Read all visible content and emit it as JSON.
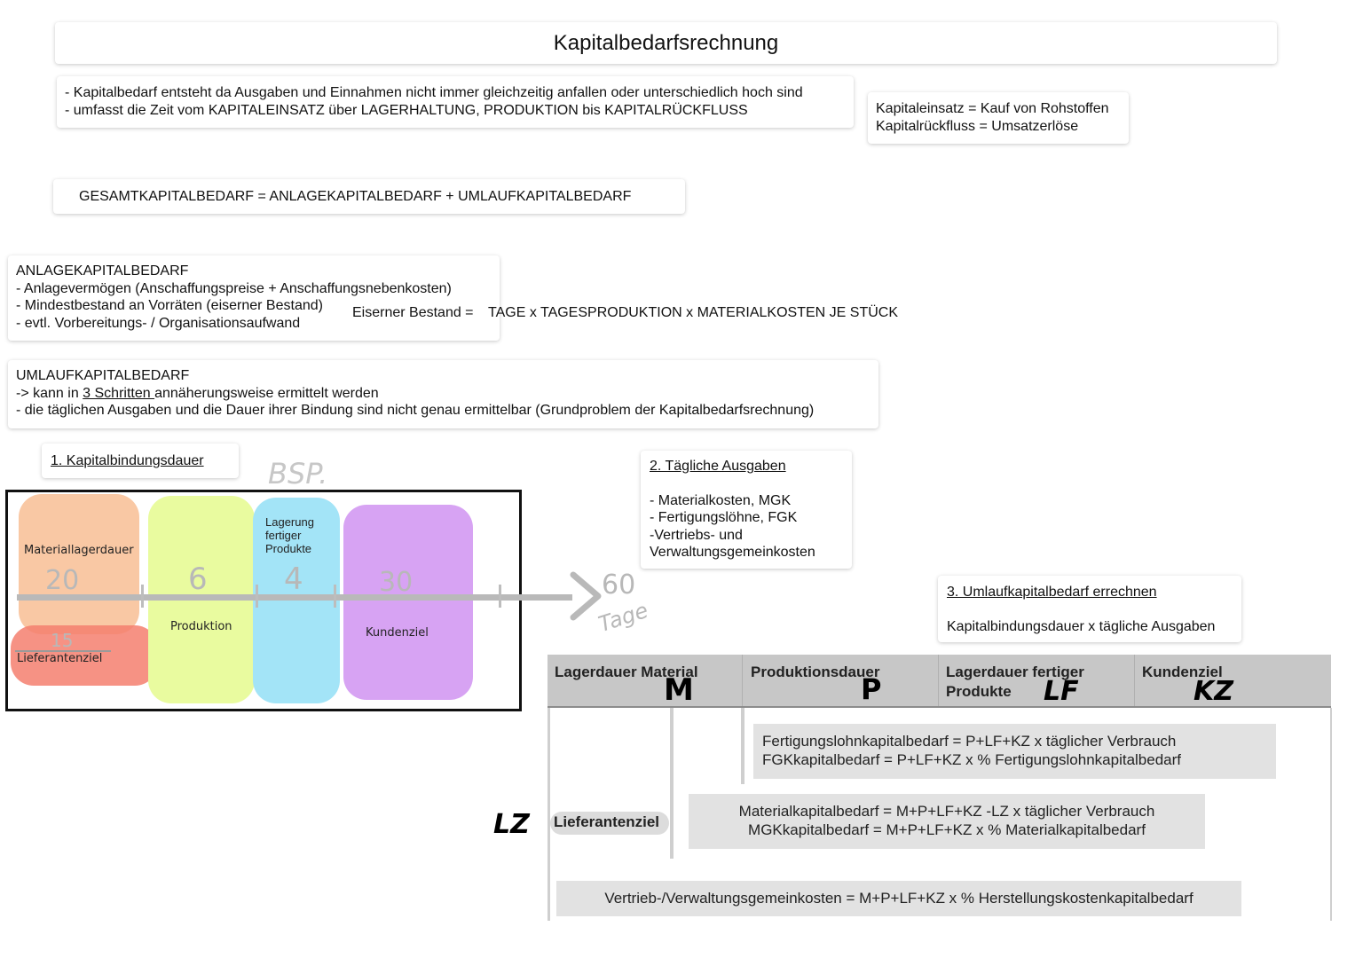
{
  "title": "Kapitalbedarfsrechnung",
  "intro": {
    "lines": [
      "- Kapitalbedarf entsteht da Ausgaben und Einnahmen nicht immer gleichzeitig anfallen oder unterschiedlich hoch sind",
      "- umfasst die Zeit vom KAPITALEINSATZ über LAGERHALTUNG, PRODUKTION bis KAPITALRÜCKFLUSS"
    ]
  },
  "definitions": {
    "lines": [
      "Kapitaleinsatz = Kauf von Rohstoffen",
      "Kapitalrückfluss = Umsatzerlöse"
    ]
  },
  "formula_total": "GESAMTKAPITALBEDARF = ANLAGEKAPITALBEDARF + UMLAUFKAPITALBEDARF",
  "anlage": {
    "heading": "ANLAGEKAPITALBEDARF",
    "lines": [
      "- Anlagevermögen (Anschaffungspreise + Anschaffungsnebenkosten)",
      "- Mindestbestand an Vorräten (eiserner Bestand)",
      "- evtl. Vorbereitungs- / Organisationsaufwand"
    ],
    "eiserner_label": "Eiserner Bestand =",
    "eiserner_formula": "TAGE x TAGESPRODUKTION x MATERIALKOSTEN JE STÜCK"
  },
  "umlauf": {
    "heading": "UMLAUFKAPITALBEDARF",
    "line1_pre": "-> kann in ",
    "line1_link": "3 Schritten ",
    "line1_post": "annäherungsweise ermittelt werden",
    "line2": "- die täglichen Ausgaben und die Dauer ihrer Bindung sind nicht genau ermittelbar (Grundproblem der Kapitalbedarfsrechnung)"
  },
  "step1": {
    "title": "1. Kapitalbindungsdauer"
  },
  "step2": {
    "title": "2. Tägliche Ausgaben",
    "lines": [
      "- Materialkosten, MGK",
      "- Fertigungslöhne, FGK",
      "-Vertriebs- und",
      "Verwaltungsgemeinkosten"
    ]
  },
  "step3": {
    "title": "3. Umlaufkapitalbedarf errechnen",
    "text": "Kapitalbindungsdauer x tägliche Ausgaben"
  },
  "example": {
    "bsp_label": "BSP.",
    "segments": {
      "materiallager": "Materiallagerdauer",
      "produktion": "Produktion",
      "lagerung": [
        "Lagerung",
        "fertiger",
        "Produkte"
      ],
      "kundenziel": "Kundenziel",
      "lieferantenziel": "Lieferantenziel"
    },
    "days": {
      "material": "20",
      "produktion": "6",
      "lagerung": "4",
      "kundenziel": "30",
      "lieferant": "15",
      "total": "60",
      "unit": "Tage"
    },
    "colors": {
      "material": "#f9c8a4",
      "produktion": "#e9fb9f",
      "lagerung": "#a3e4f7",
      "kundenziel": "#d7a3f3",
      "lieferant": "#f57f6f"
    }
  },
  "table": {
    "headers": [
      {
        "label": "Lagerdauer Material",
        "abbr": "M"
      },
      {
        "label": "Produktionsdauer",
        "abbr": "P"
      },
      {
        "label": "Lagerdauer fertiger Produkte",
        "abbr": "LF"
      },
      {
        "label": "Kundenziel",
        "abbr": "KZ"
      }
    ],
    "lz_abbr": "LZ",
    "lz_label": "Lieferantenziel",
    "box1": [
      "Fertigungslohnkapitalbedarf = P+LF+KZ x täglicher Verbrauch",
      "FGKkapitalbedarf = P+LF+KZ x % Fertigungslohnkapitalbedarf"
    ],
    "box2": [
      "Materialkapitalbedarf = M+P+LF+KZ -LZ x täglicher Verbrauch",
      "MGKkapitalbedarf = M+P+LF+KZ x % Materialkapitalbedarf"
    ],
    "box3": "Vertrieb-/Verwaltungsgemeinkosten = M+P+LF+KZ x % Herstellungskostenkapitalbedarf"
  }
}
